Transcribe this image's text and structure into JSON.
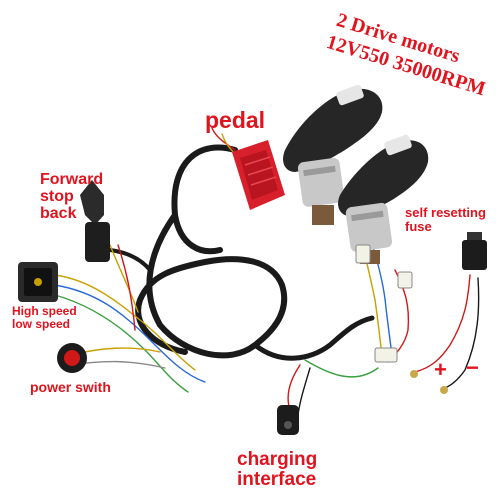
{
  "labels": {
    "pedal": "pedal",
    "motors_line1": "2 Drive motors",
    "motors_line2": "12V550 35000RPM",
    "forward_stop_back": "Forward\nstop\nback",
    "self_resetting_fuse": "self resetting\nfuse",
    "high_low_speed": "High speed\nlow speed",
    "power_switch": "power swith",
    "plus_sign": "+",
    "minus_sign": "−",
    "charging_interface": "charging\ninterface"
  },
  "colors": {
    "label_red": "#e0141e",
    "wire_black": "#1a1a1a",
    "pedal_red": "#d8202c",
    "gearbox_black": "#262626",
    "motor_silver": "#c8c8c8"
  }
}
